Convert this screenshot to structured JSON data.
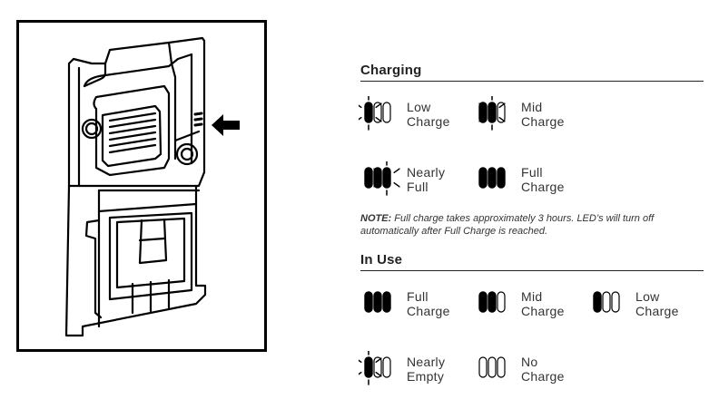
{
  "charging": {
    "title": "Charging",
    "items": [
      {
        "line1": "Low",
        "line2": "Charge",
        "filled": 1,
        "flashing": 1
      },
      {
        "line1": "Mid",
        "line2": "Charge",
        "filled": 2,
        "flashing": 2
      },
      {
        "line1": "Nearly",
        "line2": "Full",
        "filled": 3,
        "flashing": 3
      },
      {
        "line1": "Full",
        "line2": "Charge",
        "filled": 3,
        "flashing": 0
      }
    ]
  },
  "note": {
    "label": "NOTE:",
    "text": " Full charge takes approximately 3 hours. LED’s will turn off automatically after Full Charge is reached."
  },
  "in_use": {
    "title": "In Use",
    "items": [
      {
        "line1": "Full",
        "line2": "Charge",
        "filled": 3,
        "flashing": 0
      },
      {
        "line1": "Mid",
        "line2": "Charge",
        "filled": 2,
        "flashing": 0
      },
      {
        "line1": "Low",
        "line2": "Charge",
        "filled": 1,
        "flashing": 0
      },
      {
        "line1": "Nearly",
        "line2": "Empty",
        "filled": 1,
        "flashing": 1
      },
      {
        "line1": "No",
        "line2": "Charge",
        "filled": 0,
        "flashing": 0
      }
    ]
  }
}
